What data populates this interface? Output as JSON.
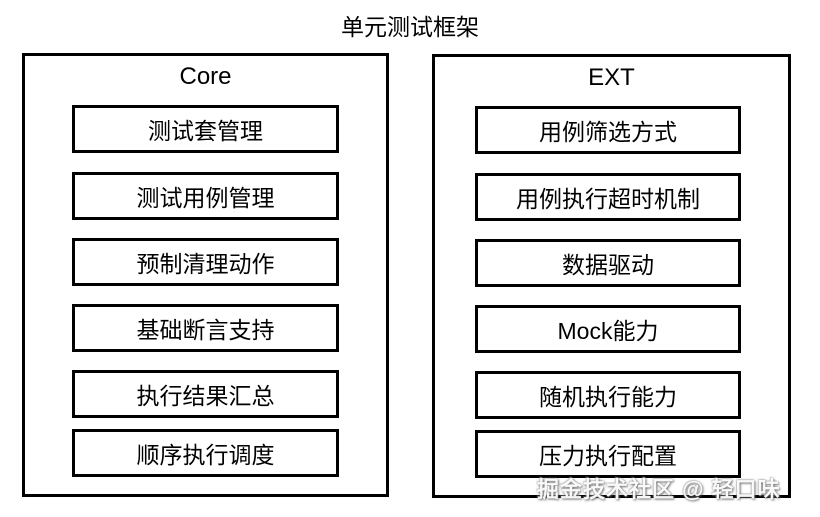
{
  "title": "单元测试框架",
  "columns": [
    {
      "header": "Core",
      "items": [
        "测试套管理",
        "测试用例管理",
        "预制清理动作",
        "基础断言支持",
        "执行结果汇总",
        "顺序执行调度"
      ]
    },
    {
      "header": "EXT",
      "items": [
        "用例筛选方式",
        "用例执行超时机制",
        "数据驱动",
        "Mock能力",
        "随机执行能力",
        "压力执行配置"
      ]
    }
  ],
  "watermark": "掘金技术社区 @ 轻口味",
  "colors": {
    "border": "#000000",
    "background": "#ffffff",
    "watermark_text": "#ffffff"
  }
}
